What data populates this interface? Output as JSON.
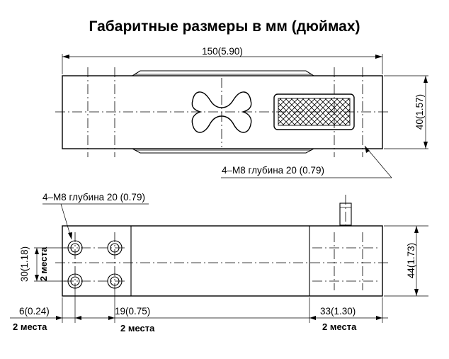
{
  "title": "Габаритные размеры в мм (дюймах)",
  "top_view": {
    "length_label": "150(5.90)",
    "height_label": "40(1.57)",
    "thread_label": "4–M8 глубина 20 (0.79)"
  },
  "side_view": {
    "thread_label": "4–M8 глубина 20 (0.79)",
    "hole_spacing_label": "30(1.18)",
    "hole_spacing_note": "2 места",
    "height_label": "44(1.73)",
    "edge_offset_label": "6(0.24)",
    "edge_offset_note": "2 места",
    "hole_pitch_label": "19(0.75)",
    "hole_pitch_note": "2 места",
    "end_length_label": "33(1.30)",
    "end_length_note": "2 места"
  }
}
